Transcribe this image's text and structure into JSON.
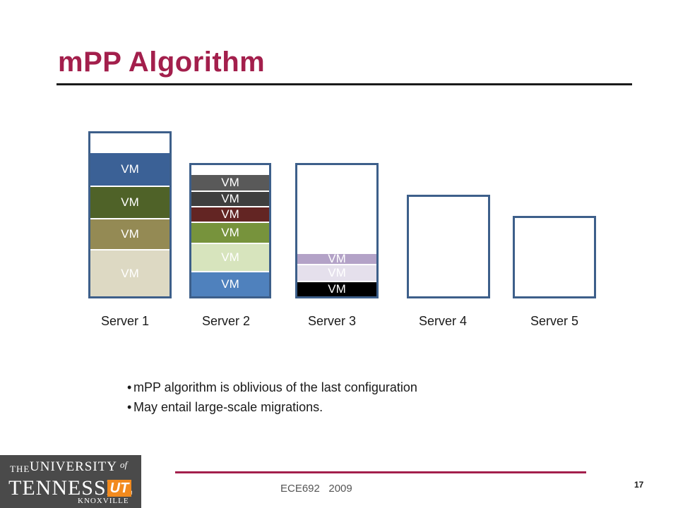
{
  "title": "mPP Algorithm",
  "servers": [
    {
      "label": "Server 1",
      "vms": [
        "VM",
        "VM",
        "VM",
        "VM"
      ]
    },
    {
      "label": "Server 2",
      "vms": [
        "VM",
        "VM",
        "VM",
        "VM",
        "VM",
        "VM"
      ]
    },
    {
      "label": "Server 3",
      "vms": [
        "VM",
        "VM",
        "VM"
      ]
    },
    {
      "label": "Server 4",
      "vms": []
    },
    {
      "label": "Server 5",
      "vms": []
    }
  ],
  "colors": {
    "title": "#a31f4c",
    "server_border": "#3d5f8a",
    "server1_vms": [
      "#3b6196",
      "#4f6228",
      "#948a54",
      "#ddd9c3"
    ],
    "server2_vms": [
      "#595959",
      "#3f3f3f",
      "#632523",
      "#77933c",
      "#d7e4bd",
      "#4f81bd"
    ],
    "server3_vms": [
      "#b3a2c7",
      "#e5e0ec",
      "#000000"
    ]
  },
  "bullets": [
    "mPP algorithm is oblivious of the last configuration",
    "May entail large-scale migrations."
  ],
  "logo": {
    "the": "THE",
    "university": "UNIVERSITY",
    "of": "of",
    "tennessee": "TENNESSEE",
    "ut": "UT",
    "knoxville": "KNOXVILLE"
  },
  "footer": {
    "course": "ECE692   2009",
    "page_number": "17"
  }
}
